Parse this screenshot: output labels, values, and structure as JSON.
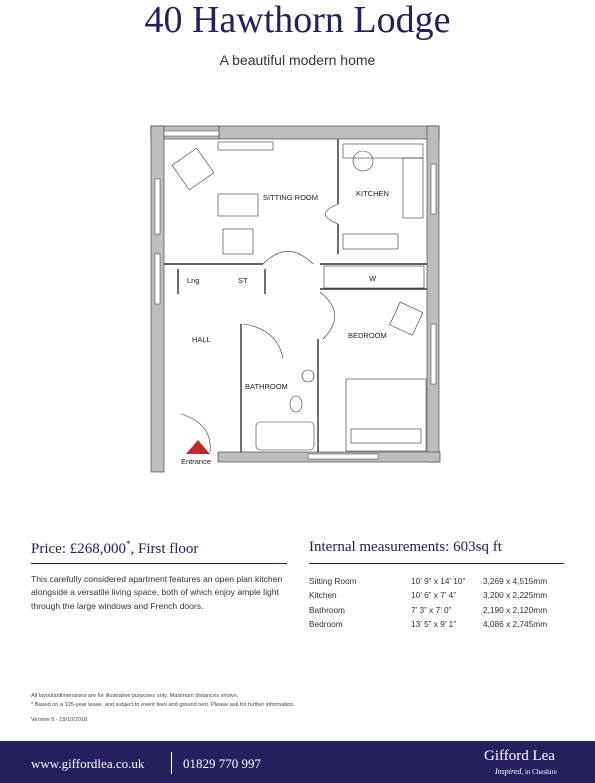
{
  "header": {
    "title": "40 Hawthorn Lodge",
    "subtitle": "A beautiful modern home"
  },
  "floorplan": {
    "labels": {
      "sitting_room": "SITTING ROOM",
      "kitchen": "KITCHEN",
      "w": "W",
      "bedroom": "BEDROOM",
      "hall": "HALL",
      "lng": "Lng",
      "st": "ST",
      "bathroom": "BATHROOM",
      "entrance": "Entrance"
    },
    "colors": {
      "wall": "#bdbdbd",
      "line": "#333333",
      "entrance_marker": "#c0272d"
    }
  },
  "price": {
    "label": "Price: £268,000",
    "asterisk": "*",
    "floor": ", First floor",
    "description": "This carefully considered apartment features an open plan kitchen alongside a versatile living space, both of which enjoy ample light through the large windows and French doors."
  },
  "measurements": {
    "title": "Internal measurements: 603sq ft",
    "rows": [
      {
        "room": "Sitting Room",
        "imperial": "10’ 9” x 14’ 10”",
        "metric": "3,269 x 4,515mm"
      },
      {
        "room": "Kitchen",
        "imperial": "10’ 6” x 7’ 4”",
        "metric": "3,200 x 2,225mm"
      },
      {
        "room": "Bathroom",
        "imperial": "7’ 3” x 7’ 0”",
        "metric": "2,190 x 2,120mm"
      },
      {
        "room": "Bedroom",
        "imperial": "13’ 5” x 9’ 1”",
        "metric": "4,086 x 2,745mm"
      }
    ]
  },
  "notes": {
    "line1": "All layouts/dimensions are for illustrative purposes only. Maximum distances shown.",
    "line2": "* Based on a 125-year lease, and subject to event fees and ground rent. Please ask for further information.",
    "version": "Version 5 - 19/10/2018"
  },
  "footer": {
    "website": "www.giffordlea.co.uk",
    "phone": "01829 770 997",
    "brand": "Gifford Lea",
    "tagline_script": "Inspired",
    "tagline_rest": ", in Cheshire",
    "background": "#23205d"
  }
}
